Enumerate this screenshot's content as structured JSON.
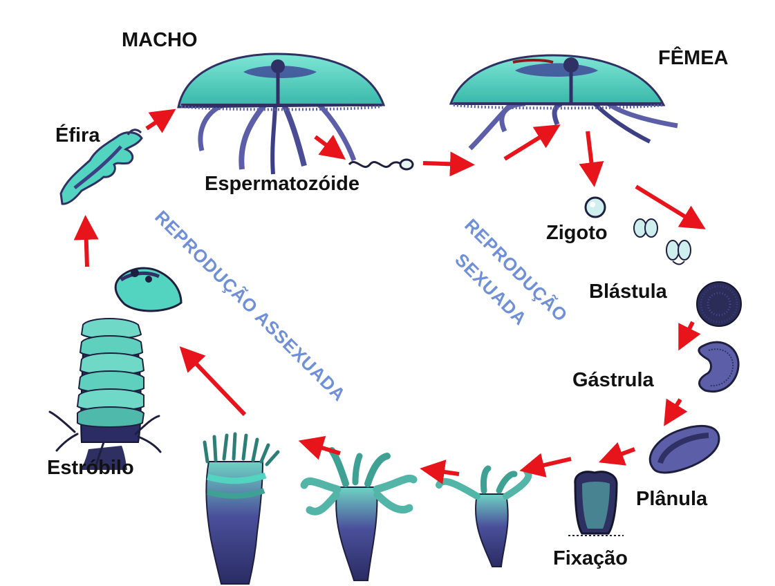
{
  "labels": {
    "male": "MACHO",
    "female": "FÊMEA",
    "ephyra": "Éfira",
    "sperm": "Espermatozóide",
    "zygote": "Zigoto",
    "blastula": "Blástula",
    "gastrula": "Gástrula",
    "planula": "Plânula",
    "fixation": "Fixação",
    "strobila": "Estróbilo"
  },
  "cycle_labels": {
    "sexual_line1": "REPRODUÇÃO",
    "sexual_line2": "SEXUADA",
    "asexual": "REPRODUÇÃO ASSEXUADA"
  },
  "colors": {
    "arrow": "#e8141b",
    "cycle_text": "#6f8fd8",
    "bell": "#52d4c0",
    "tentacle": "#5c5fa8",
    "dark_body": "#2f3064",
    "label_text": "#111111"
  }
}
